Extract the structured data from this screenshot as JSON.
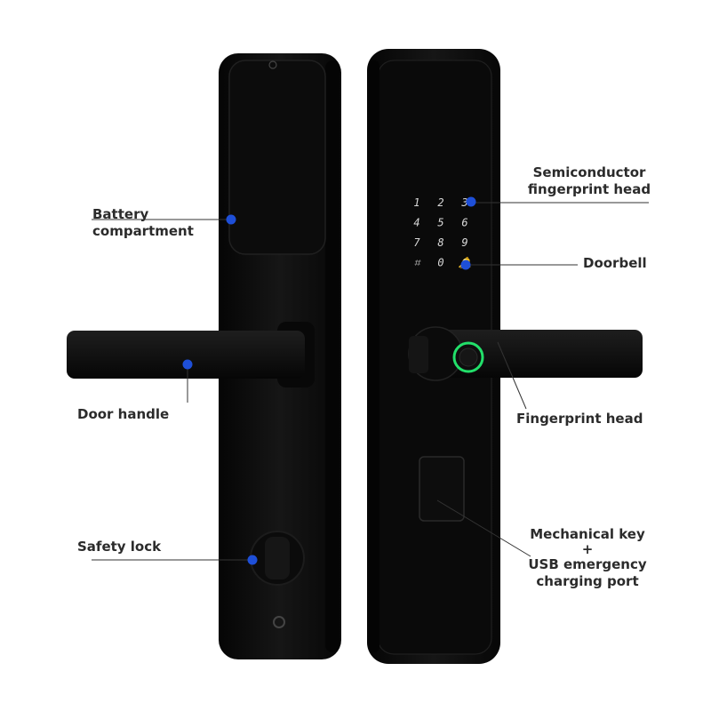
{
  "labels": {
    "battery": [
      "Battery",
      "compartment"
    ],
    "door_handle": "Door handle",
    "safety_lock": "Safety lock",
    "semiconductor": [
      "Semiconductor",
      "fingerprint head"
    ],
    "doorbell": "Doorbell",
    "fingerprint_head": "Fingerprint head",
    "mechanical_key": [
      "Mechanical key",
      "+",
      "USB emergency",
      "charging port"
    ]
  },
  "keypad": {
    "keys": [
      "1",
      "2",
      "3",
      "4",
      "5",
      "6",
      "7",
      "8",
      "9",
      "⌗",
      "0",
      "🔔"
    ]
  },
  "colors": {
    "body": "#111111",
    "marker": "#1e4fd8",
    "fingerprint_ring": "#22e06a",
    "leader_line": "#333333",
    "label_text": "#2b2b2b"
  }
}
